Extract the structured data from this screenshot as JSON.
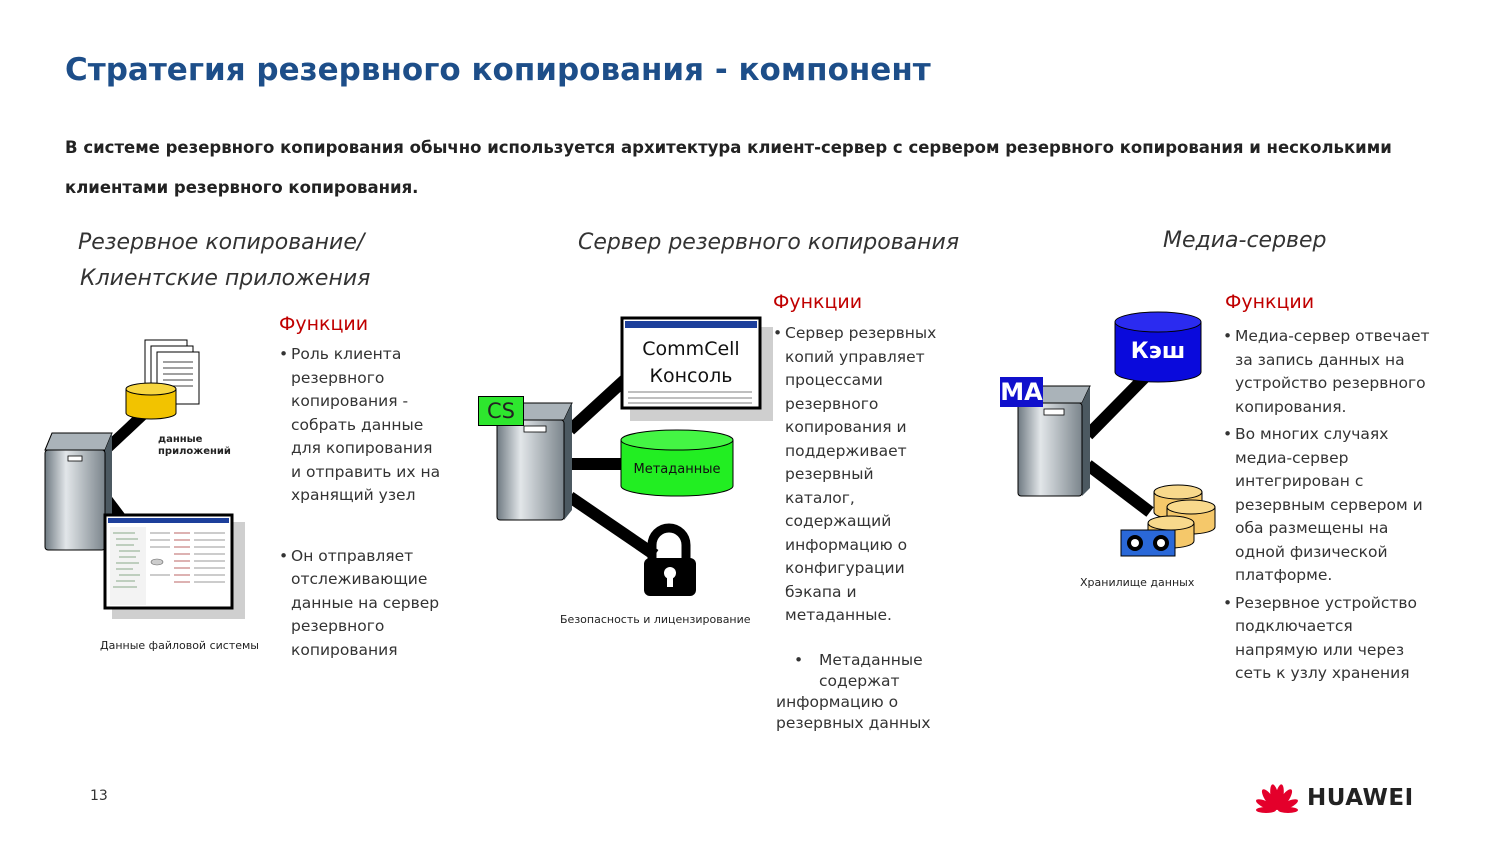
{
  "title": "Стратегия резервного копирования - компонент",
  "subtitle": "В системе резервного копирования обычно используется архитектура клиент-сервер с сервером резервного копирования и несколькими клиентами резервного копирования.",
  "client": {
    "title_line1": "Резервное копирование/",
    "title_line2": "Клиентские приложения",
    "functions_heading": "Функции",
    "bullets": [
      "Роль клиента резервного копирования - собрать данные для копирования и отправить их на хранящий узел",
      "Он отправляет отслеживающие данные на сервер резервного копирования"
    ],
    "app_data_label": "данные приложений",
    "fs_data_label": "Данные файловой системы"
  },
  "server": {
    "title": "Сервер резервного копирования",
    "functions_heading": "Функции",
    "bullet": "Сервер резервных копий управляет процессами резервного копирования и поддерживает резервный каталог, содержащий информацию о конфигурации бэкапа и метаданные.",
    "sub_bullet_first": "Метаданные",
    "sub_bullet_rest": [
      "содержат",
      "информацию о",
      "резервных данных"
    ],
    "cs_label": "CS",
    "console_line1": "CommCell",
    "console_line2": "Консоль",
    "metadata_label": "Метаданные",
    "security_label": "Безопасность и лицензирование"
  },
  "media": {
    "title": "Медиа-сервер",
    "functions_heading": "Функции",
    "bullets": [
      "Медиа-сервер отвечает за запись данных на устройство резервного копирования.",
      "Во многих случаях медиа-сервер интегрирован с резервным сервером и оба размещены на одной физической платформе.",
      "Резервное устройство подключается напрямую или через сеть к узлу хранения"
    ],
    "ma_label": "MA",
    "cache_label": "Кэш",
    "storage_label": "Хранилище данных"
  },
  "page_number": "13",
  "brand": "HUAWEI",
  "colors": {
    "title": "#1d4e89",
    "functions": "#c00000",
    "cs_green": "#2ee62e",
    "metadata_green": "#22ee22",
    "cache_blue": "#0a0adc",
    "ma_blue": "#1010cc",
    "db_yellow": "#f2c300",
    "huawei_red": "#e4002b"
  }
}
